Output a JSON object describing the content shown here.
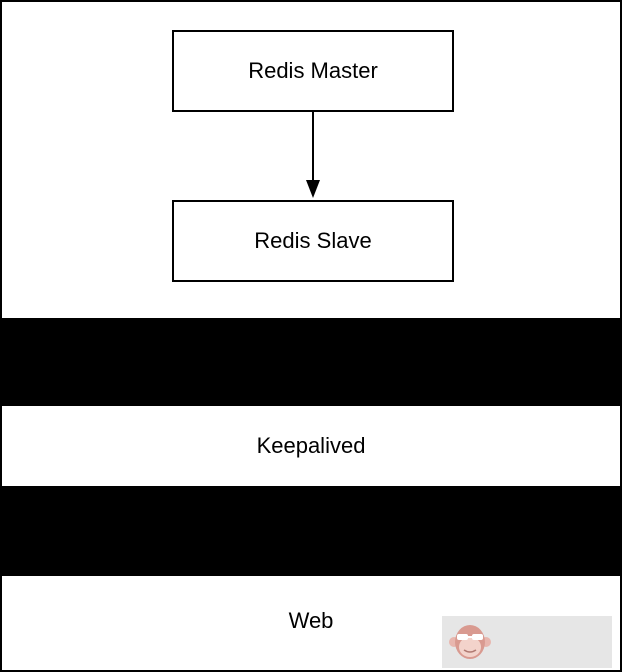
{
  "diagram": {
    "nodes": {
      "master": "Redis Master",
      "slave": "Redis Slave"
    },
    "layers": {
      "keepalived": "Keepalived",
      "web": "Web"
    },
    "edges": [
      {
        "from": "Redis Master",
        "to": "Redis Slave",
        "type": "arrow"
      }
    ]
  },
  "colors": {
    "background": "#000000",
    "panel": "#ffffff",
    "stroke": "#000000",
    "watermark": "#e6e6e6"
  },
  "watermark": {
    "icon": "monkey-face-icon"
  }
}
